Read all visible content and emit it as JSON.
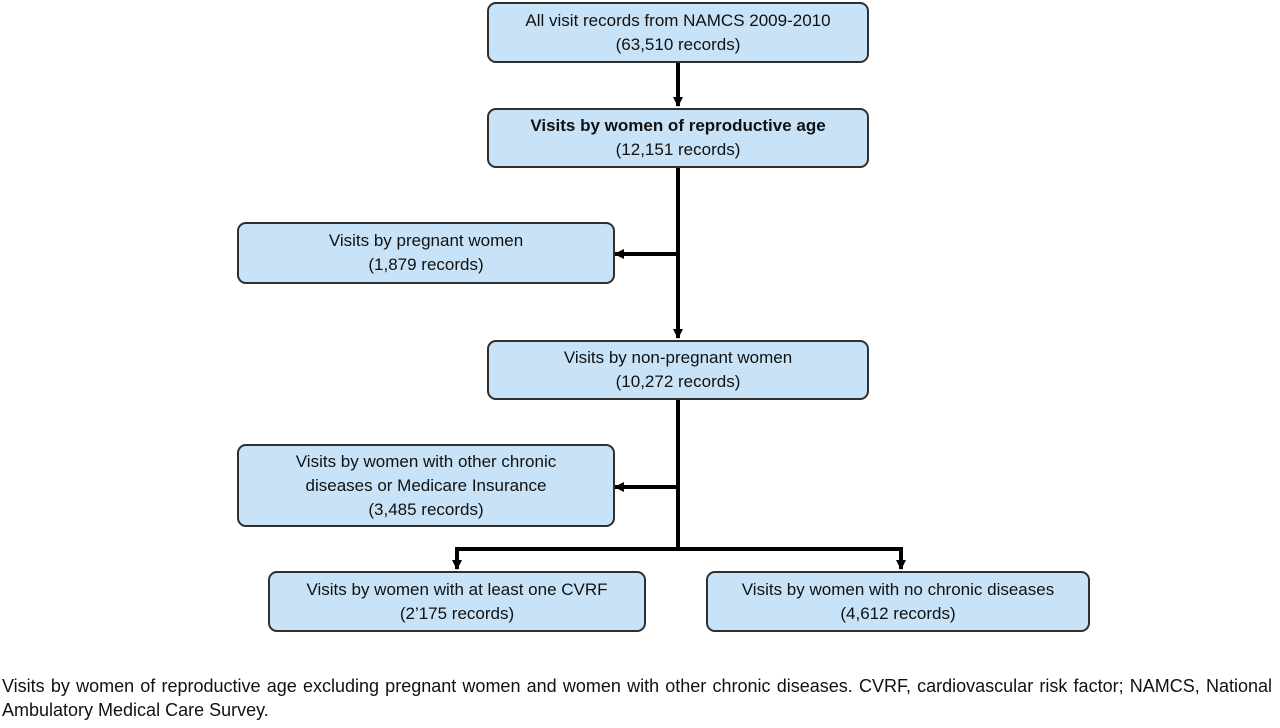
{
  "diagram": {
    "nodes": {
      "all_records": {
        "title": "All visit records from NAMCS 2009-2010",
        "count": "(63,510 records)"
      },
      "reproductive_age": {
        "title": "Visits by women of reproductive age",
        "count": "(12,151 records)"
      },
      "pregnant": {
        "title": "Visits by pregnant women",
        "count": "(1,879 records)"
      },
      "non_pregnant": {
        "title": "Visits by non-pregnant women",
        "count": "(10,272 records)"
      },
      "other_chronic": {
        "line1": "Visits by women with other chronic",
        "line2": "diseases or Medicare Insurance",
        "count": "(3,485 records)"
      },
      "cvrf": {
        "title": "Visits by women with at least one CVRF",
        "count": "(2’175 records)"
      },
      "no_chronic": {
        "title": "Visits by women with no chronic diseases",
        "count": "(4,612 records)"
      }
    }
  },
  "caption": "Visits by women of reproductive age excluding pregnant women and women with other chronic diseases. CVRF, cardiovascular risk factor; NAMCS, National Ambulatory Medical Care Survey."
}
